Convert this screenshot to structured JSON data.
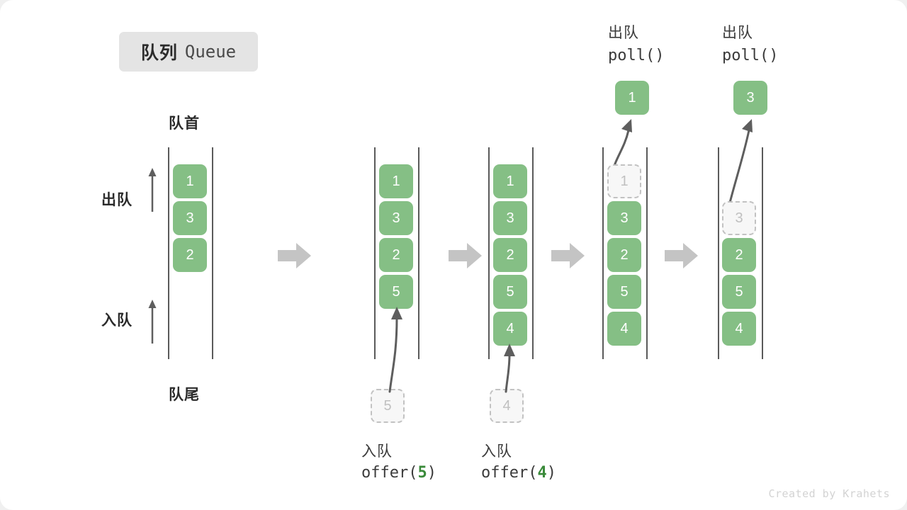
{
  "title": {
    "cn": "队列",
    "en": "Queue"
  },
  "legend": {
    "head_label": "队首",
    "tail_label": "队尾",
    "dequeue_label": "出队",
    "enqueue_label": "入队"
  },
  "footer": {
    "credit": "Created by Krahets"
  },
  "colors": {
    "cell_fill": "#85bf85",
    "cell_text": "#ffffff",
    "ghost_fill": "#f7f7f7",
    "ghost_border": "#c2c2c2",
    "ghost_text": "#c0c0c0",
    "rail": "#5a5a5a",
    "arrow_gray": "#c4c4c4",
    "curve_arrow": "#5e5e5e",
    "badge_bg": "#e4e4e4",
    "highlight_green": "#3a8a3a",
    "credit": "#d3d3d3"
  },
  "stages": [
    {
      "id": "initial",
      "cells": [
        "1",
        "3",
        "2"
      ],
      "ghost": null,
      "top_label_cn": "",
      "top_label_code": "",
      "bottom_label_cn": "",
      "bottom_label_code": "",
      "result_cell": null
    },
    {
      "id": "offer-5",
      "cells": [
        "1",
        "3",
        "2",
        "5"
      ],
      "ghost": {
        "value": "5",
        "position": "below"
      },
      "top_label_cn": "",
      "top_label_code": "",
      "bottom_label_cn": "入队",
      "bottom_label_code": "offer(5)",
      "bottom_label_code_prefix": "offer(",
      "bottom_label_code_value": "5",
      "bottom_label_code_suffix": ")",
      "result_cell": null
    },
    {
      "id": "offer-4",
      "cells": [
        "1",
        "3",
        "2",
        "5",
        "4"
      ],
      "ghost": {
        "value": "4",
        "position": "below"
      },
      "top_label_cn": "",
      "top_label_code": "",
      "bottom_label_cn": "入队",
      "bottom_label_code": "offer(4)",
      "bottom_label_code_prefix": "offer(",
      "bottom_label_code_value": "4",
      "bottom_label_code_suffix": ")",
      "result_cell": null
    },
    {
      "id": "poll-1",
      "cells": [
        "3",
        "2",
        "5",
        "4"
      ],
      "ghost": {
        "value": "1",
        "position": "top"
      },
      "top_label_cn": "出队",
      "top_label_code": "poll()",
      "bottom_label_cn": "",
      "bottom_label_code": "",
      "result_cell": "1"
    },
    {
      "id": "poll-3",
      "cells": [
        "2",
        "5",
        "4"
      ],
      "ghost": {
        "value": "3",
        "position": "top"
      },
      "top_label_cn": "出队",
      "top_label_code": "poll()",
      "bottom_label_cn": "",
      "bottom_label_code": "",
      "result_cell": "3"
    }
  ],
  "flow_arrows": 4
}
